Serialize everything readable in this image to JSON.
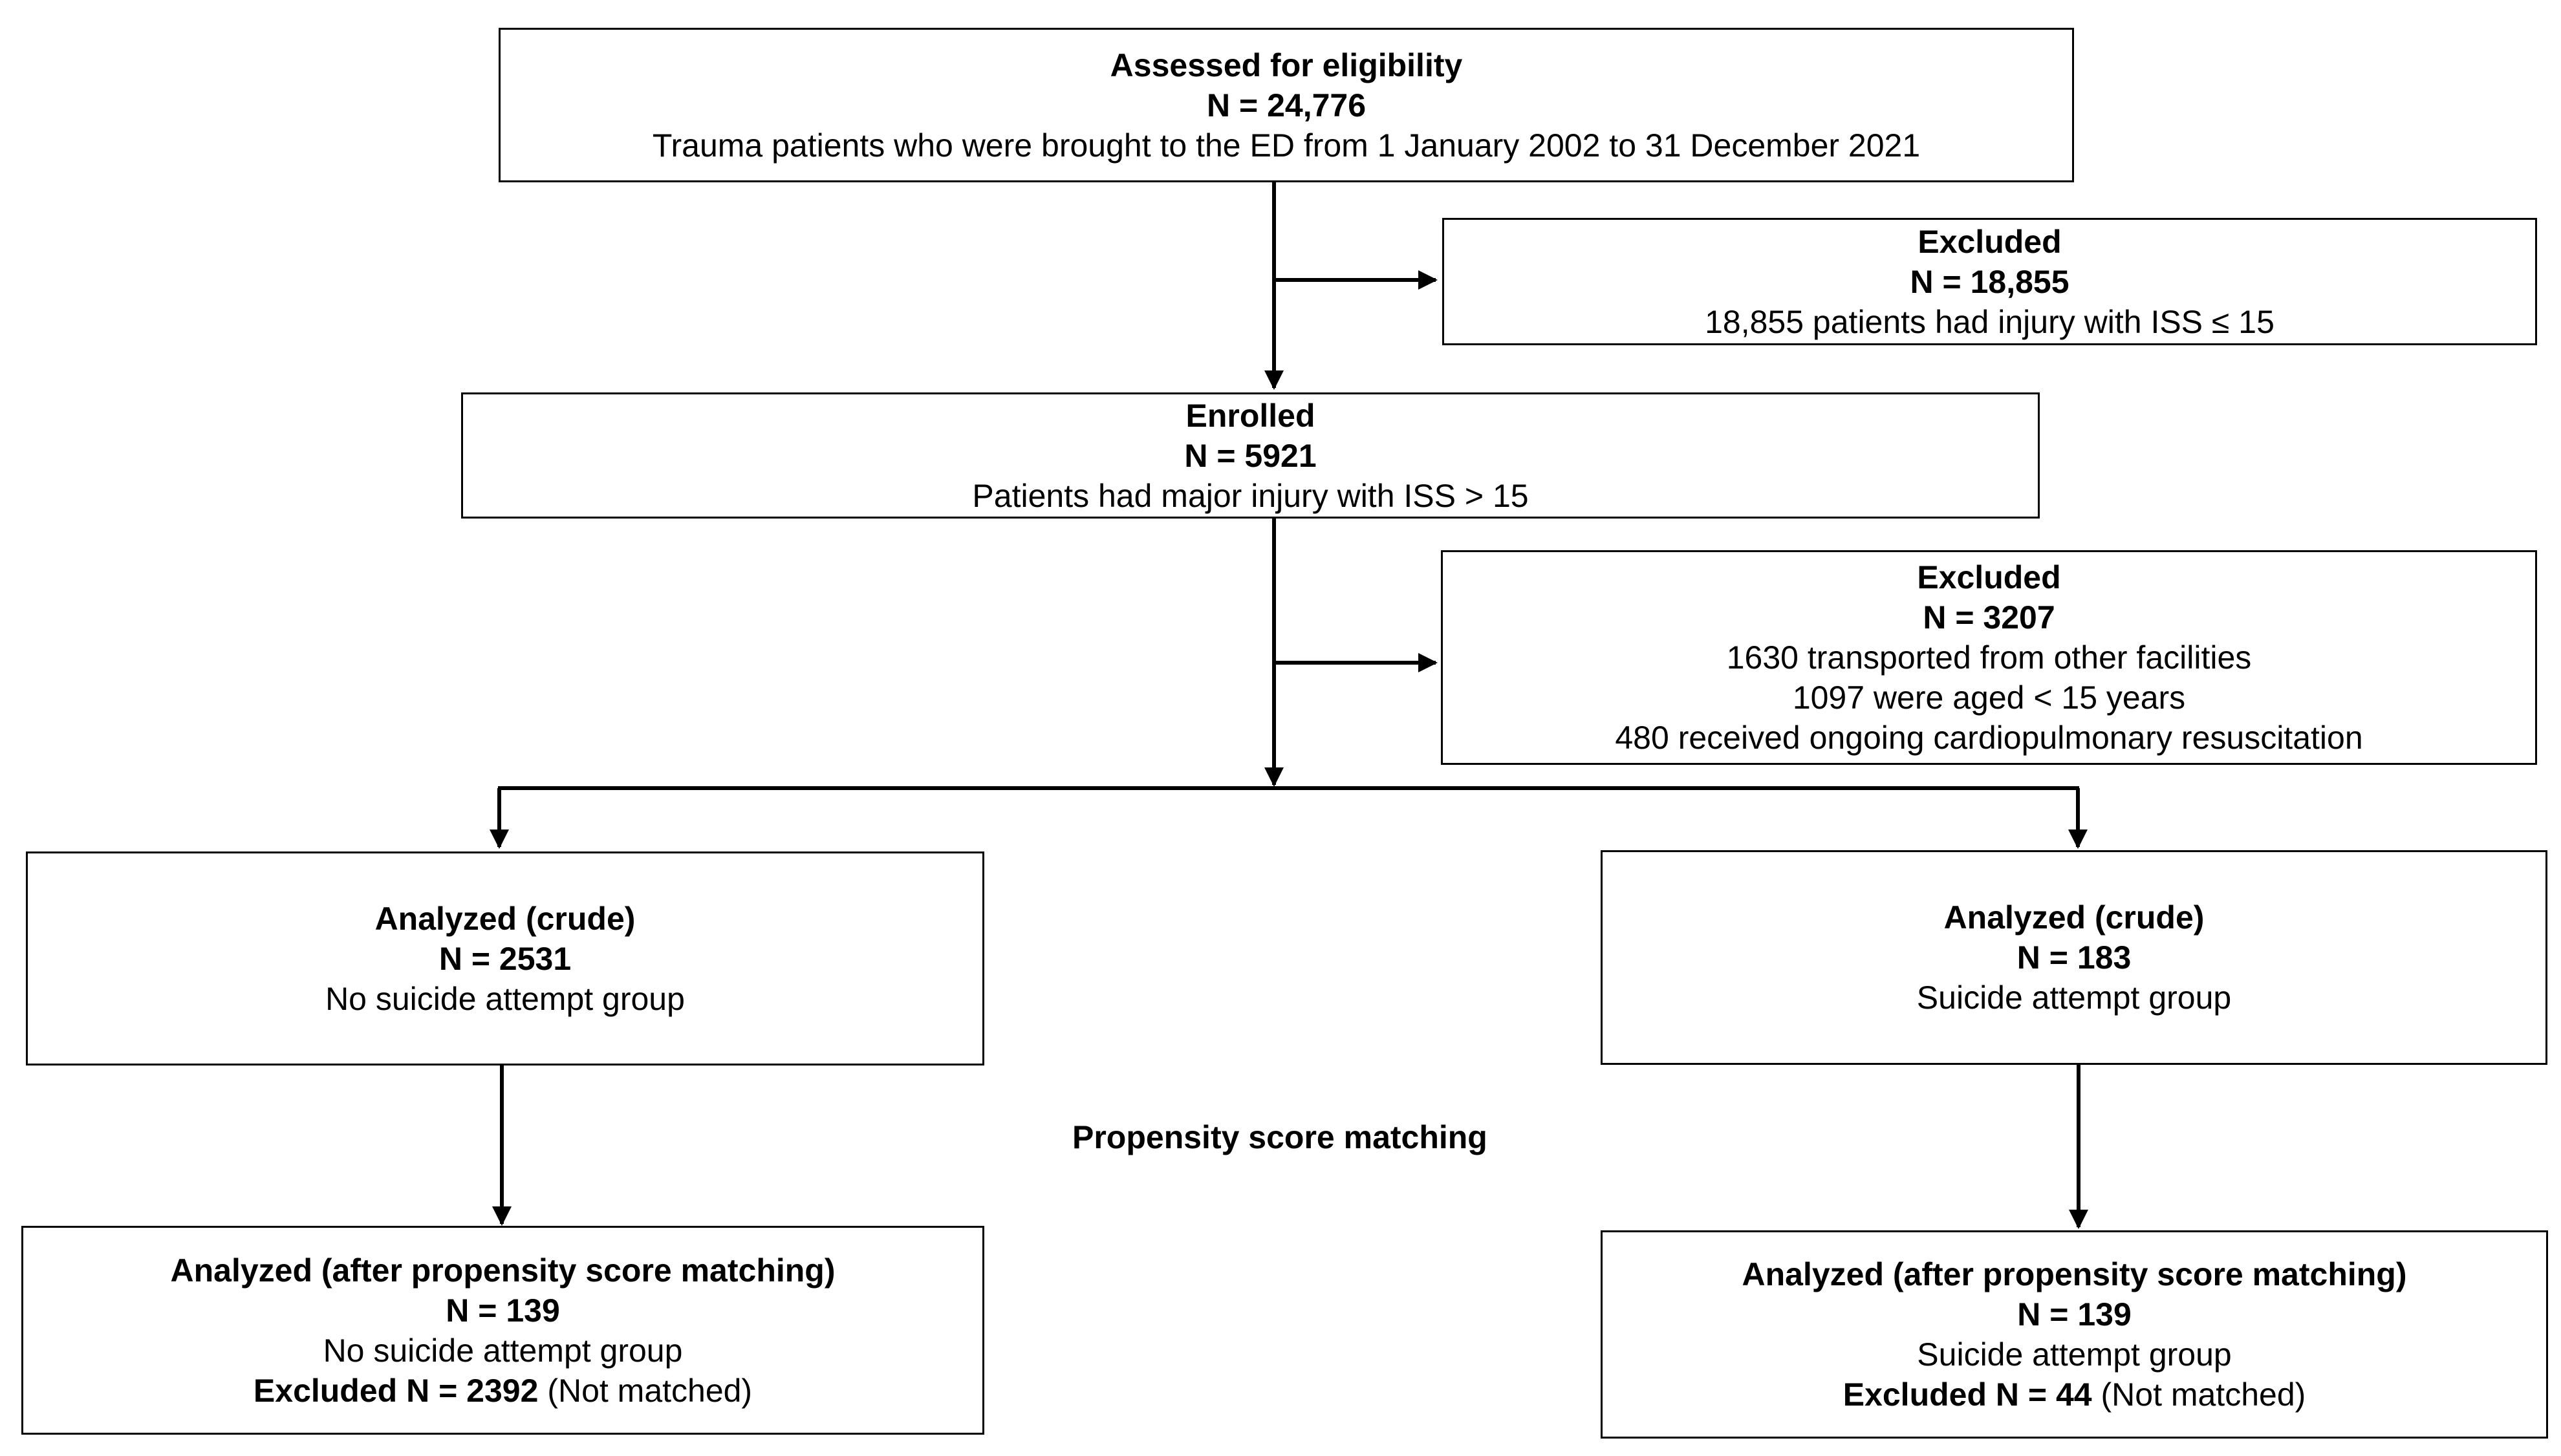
{
  "assessed": {
    "title": "Assessed for eligibility",
    "n": "N = 24,776",
    "desc": "Trauma patients who were brought to the ED from 1 January 2002 to 31 December 2021"
  },
  "excluded_1": {
    "title": "Excluded",
    "n": "N = 18,855",
    "desc": "18,855 patients had injury with ISS ≤ 15"
  },
  "enrolled": {
    "title": "Enrolled",
    "n": "N = 5921",
    "desc": "Patients had major injury with ISS > 15"
  },
  "excluded_2": {
    "title": "Excluded",
    "n": "N = 3207",
    "reasons": [
      "1630 transported from other facilities",
      "1097 were aged < 15 years",
      "480 received ongoing cardiopulmonary resuscitation"
    ]
  },
  "crude_left": {
    "title": "Analyzed (crude)",
    "n": "N = 2531",
    "group": "No suicide attempt group"
  },
  "crude_right": {
    "title": "Analyzed (crude)",
    "n": "N = 183",
    "group": "Suicide attempt group"
  },
  "psm_label": "Propensity score  matching",
  "matched_left": {
    "title": "Analyzed (after propensity score matching)",
    "n": "N = 139",
    "group": "No suicide attempt group",
    "excluded_bold": "Excluded N = 2392",
    "excluded_note": " (Not matched)"
  },
  "matched_right": {
    "title": "Analyzed (after propensity score matching)",
    "n": "N = 139",
    "group": "Suicide attempt group",
    "excluded_bold": "Excluded N = 44",
    "excluded_note": " (Not matched)"
  }
}
